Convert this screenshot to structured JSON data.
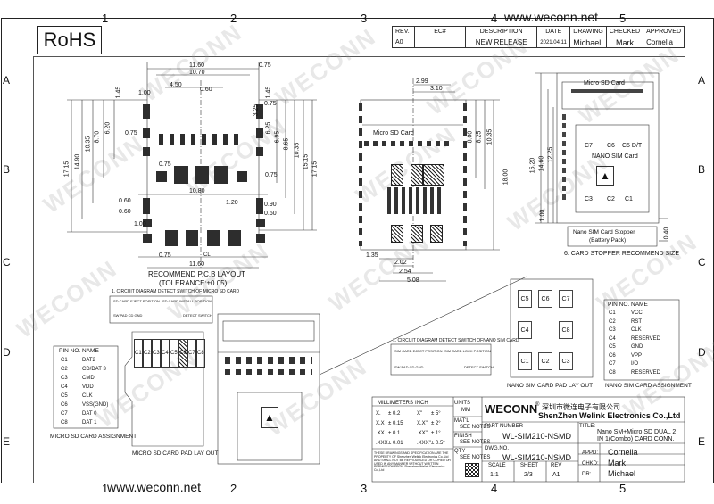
{
  "header": {
    "rohs": "RoHS",
    "website_top": "www.weconn.net",
    "website_bottom": "www.weconn.net",
    "watermark": "WECONN"
  },
  "grid": {
    "columns": [
      "1",
      "2",
      "3",
      "4",
      "5"
    ],
    "rows": [
      "A",
      "B",
      "C",
      "D",
      "E"
    ]
  },
  "revision": {
    "headers": [
      "REV.",
      "EC#",
      "DESCRIPTION",
      "DATE",
      "DRAWING",
      "CHECKED",
      "APPROVED"
    ],
    "row": [
      "A0",
      "",
      "NEW RELEASE",
      "2021.04.11",
      "Michael",
      "Mark",
      "Cornelia"
    ]
  },
  "layout_view": {
    "caption1": "RECOMMEND P.C.B LAYOUT",
    "caption2": "(TOLERANCE:±0.05)",
    "dims_top": [
      "11.60",
      "10.70",
      "4.50",
      "0.60",
      "1.00",
      "0.75",
      "0.75"
    ],
    "dims_mid": [
      "0.75",
      "0.75",
      "0.75",
      "10.80",
      "1.20",
      "0.60",
      "0.60",
      "0.90",
      "0.60"
    ],
    "dims_bottom": [
      "0.75",
      "1.00",
      "11.60"
    ],
    "dims_left": [
      "17.15",
      "14.90",
      "10.35",
      "8.70",
      "6.20",
      "1.45"
    ],
    "dims_right": [
      "17.15",
      "15.15",
      "10.35",
      "8.65",
      "6.95",
      "6.25",
      "3.25",
      "1.45"
    ],
    "cl": "CL"
  },
  "top_view": {
    "label": "Micro SD Card",
    "dims_top": [
      "2.99",
      "3.10"
    ],
    "dims_right": [
      "8.00",
      "8.25",
      "10.35",
      "18.00"
    ],
    "dims_bottom": [
      "1.35",
      "2.02",
      "2.54",
      "5.08"
    ]
  },
  "stopper_view": {
    "micro_label": "Micro SD Card",
    "nano_label": "NANO SIM Card",
    "contacts": [
      "C7",
      "C6",
      "C5 D/T",
      "C3",
      "C2",
      "C1"
    ],
    "dims": [
      "15.20",
      "14.60",
      "12.25",
      "1.00",
      "0.40"
    ],
    "stopper_label": "Nano SIM Card Stopper",
    "stopper_sub": "(Battery Pack)",
    "caption": "6. CARD STOPPER RECOMMEND SIZE"
  },
  "micro_circuit": {
    "title": "1. CIRCUIT DIAGRAM DETECT SWITCH OF MICRO SD CARD",
    "left": "SD CARD EJECT POSITION",
    "right": "SD CARD INSTALL POSITION",
    "sub1": "SW PAD CD GND",
    "sub2": "DETECT SWITCH",
    "pins": [
      "C1",
      "C2",
      "C3",
      "C4",
      "C5",
      "C6",
      "C7",
      "C8"
    ],
    "caption": "MICRO SD CARD PAD LAY OUT"
  },
  "micro_assign": {
    "header": [
      "PIN NO.",
      "NAME"
    ],
    "rows": [
      [
        "C1",
        "DAT2"
      ],
      [
        "C2",
        "CD/DAT 3"
      ],
      [
        "C3",
        "CMD"
      ],
      [
        "C4",
        "VDD"
      ],
      [
        "C5",
        "CLK"
      ],
      [
        "C6",
        "VSS(GND)"
      ],
      [
        "C7",
        "DAT 0"
      ],
      [
        "C8",
        "DAT 1"
      ]
    ],
    "caption": "MICRO SD CARD ASSIGNMENT"
  },
  "nano_circuit": {
    "title": "1. CIRCUIT DIAGRAM DETECT SWITCH OFNANO SIM CARD",
    "left": "SIM CARD EJECT POSITION",
    "right": "SIM CARD LOCK POSITION",
    "sub1": "SW PAD CD GND",
    "sub2": "DETECT SWITCH"
  },
  "nano_pads": {
    "cells": [
      "C5",
      "C6",
      "C7",
      "C4",
      "C8",
      "C1",
      "C2",
      "C3"
    ],
    "caption": "NANO SIM CARD PAD LAY OUT"
  },
  "nano_assign": {
    "header": [
      "PIN NO.",
      "NAME"
    ],
    "rows": [
      [
        "C1",
        "VCC"
      ],
      [
        "C2",
        "RST"
      ],
      [
        "C3",
        "CLK"
      ],
      [
        "C4",
        "RESERVED"
      ],
      [
        "C5",
        "GND"
      ],
      [
        "C6",
        "VPP"
      ],
      [
        "C7",
        "I/O"
      ],
      [
        "C8",
        "RESERVED"
      ]
    ],
    "caption": "NANO SIM CARD ASSIGNMENT"
  },
  "title_block": {
    "tol_headers": [
      "MILLIMETERS",
      "INCH",
      "UNITS"
    ],
    "tol_rows": [
      [
        "X.",
        "± 0.2",
        "X\"",
        "± 5°"
      ],
      [
        "X.X",
        "± 0.15",
        "X.X\"",
        "± 2°"
      ],
      [
        ".XX",
        "± 0.1",
        ".XX\"",
        "± 1°"
      ],
      [
        ".XXX",
        "± 0.01",
        ".XXX\"",
        "± 0.5°"
      ]
    ],
    "units_value": "MM",
    "matl": "MAT'L",
    "matl_value": "SEE NOTES",
    "finish": "FINISH",
    "finish_value": "SEE NOTES",
    "qty": "QTY",
    "qty_value": "SEE NOTES",
    "notice": "THESE DRAWINGS AND SPECIFICATION ARE THE PROPERTY OF Shenzhen Welink Electronics Co.,Ltd AND SHALL NOT BE REPRODUCED OR COPIED OR USED IN ANY MANNER WITHOUT WRITTEN PERMISSION FROM Shenzhen Welink Electronics Co.,Ltd",
    "logo": "WECONN",
    "company_cn": "深圳市微连电子有限公司",
    "company_en": "ShenZhen Welink Electronics Co.,Ltd",
    "part_number_label": "PART NUMBER",
    "part_number": "WL-SIM210-NSMD",
    "title_label": "TITLE:",
    "title_line1": "Nano SM+Micro SD DUAL 2",
    "title_line2": "IN 1(Combo) CARD CONN.",
    "dwg_label": "DWG.NO.",
    "dwg_no": "WL-SIM210-NSMD",
    "scale_label": "SCALE",
    "sheet_label": "SHEET",
    "rev_label": "REV",
    "scale": "1:1",
    "sheet": "2/3",
    "rev": "A1",
    "appd_label": "APPD:",
    "appd": "Cornelia",
    "chkd_label": "CHKD:",
    "chkd": "Mark",
    "dr_label": "DR:",
    "dr": "Michael"
  }
}
